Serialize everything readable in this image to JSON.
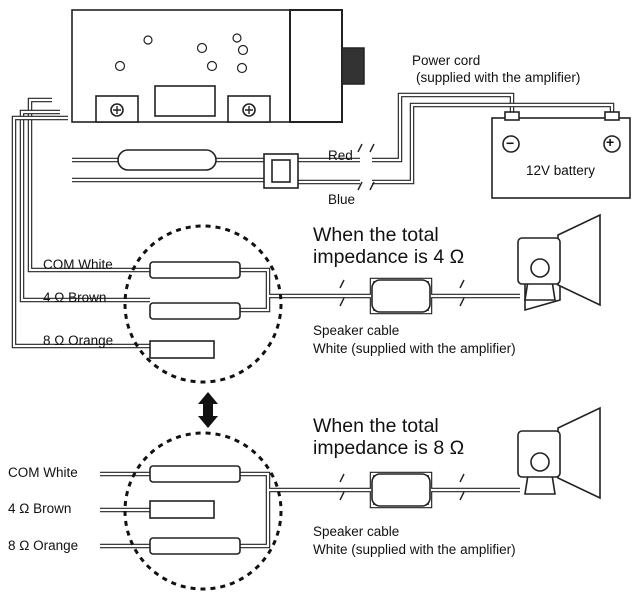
{
  "labels": {
    "power_cord_line1": "Power cord",
    "power_cord_line2": "(supplied with the amplifier)",
    "red": "Red",
    "blue": "Blue",
    "battery": "12V battery",
    "battery_minus": "−",
    "battery_plus": "+",
    "total4_line1": "When the total",
    "total4_line2": "impedance is 4 Ω",
    "total8_line1": "When the total",
    "total8_line2": "impedance is 8 Ω",
    "com_white": "COM White",
    "brown_4": "4 Ω  Brown",
    "orange_8": "8 Ω  Orange",
    "speaker_cable_line1": "Speaker cable",
    "speaker_cable_line2": "White (supplied with the amplifier)"
  }
}
